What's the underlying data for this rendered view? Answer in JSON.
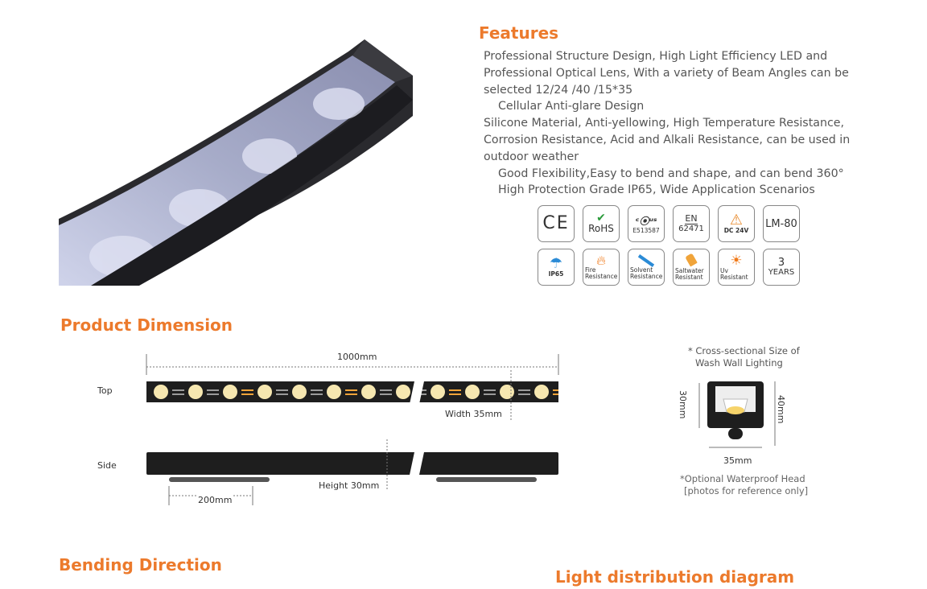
{
  "features": {
    "title": "Features",
    "lines": [
      "Professional Structure Design, High Light Efficiency LED and Professional Optical Lens, With a variety of  Beam Angles can be selected 12/24 /40 /15*35",
      "Cellular Anti-glare Design",
      "Silicone Material, Anti-yellowing, High Temperature Resistance, Corrosion Resistance, Acid and Alkali Resistance, can be used in outdoor weather",
      "Good Flexibility,Easy to bend and shape, and can bend 360°",
      "High  Protection  Grade  IP65, Wide Application  Scenarios"
    ]
  },
  "certifications": {
    "ce": "CE",
    "rohs": "RoHS",
    "ul_file": "E513587",
    "en_top": "EN",
    "en_bottom": "62471",
    "dc": "DC 24V",
    "lm80": "LM-80"
  },
  "properties": {
    "ip65": "IP65",
    "fire": [
      "Fire",
      "Resistance"
    ],
    "solvent": [
      "Solvent",
      "Resistance"
    ],
    "saltwater": [
      "Saltwater",
      "Resistant"
    ],
    "uv": [
      "Uv",
      "Resistant"
    ],
    "warranty_num": "3",
    "warranty_unit": "YEARS"
  },
  "dimension": {
    "title": "Product Dimension",
    "top_label": "Top",
    "side_label": "Side",
    "length": "1000mm",
    "width": "Width 35mm",
    "height": "Height 30mm",
    "lead": "200mm",
    "cross_caption": [
      "* Cross-sectional Size of",
      "Wash Wall Lighting"
    ],
    "cross_height": "30mm",
    "cross_total": "40mm",
    "cross_width": "35mm",
    "optional_caption": [
      "*Optional Waterproof Head",
      "[photos for reference only]"
    ]
  },
  "bending": {
    "title": "Bending Direction"
  },
  "light": {
    "title": "Light distribution diagram"
  },
  "colors": {
    "accent": "#ec7a2c",
    "led": "#f6e7b0",
    "orange_clip": "#f0a43a"
  }
}
